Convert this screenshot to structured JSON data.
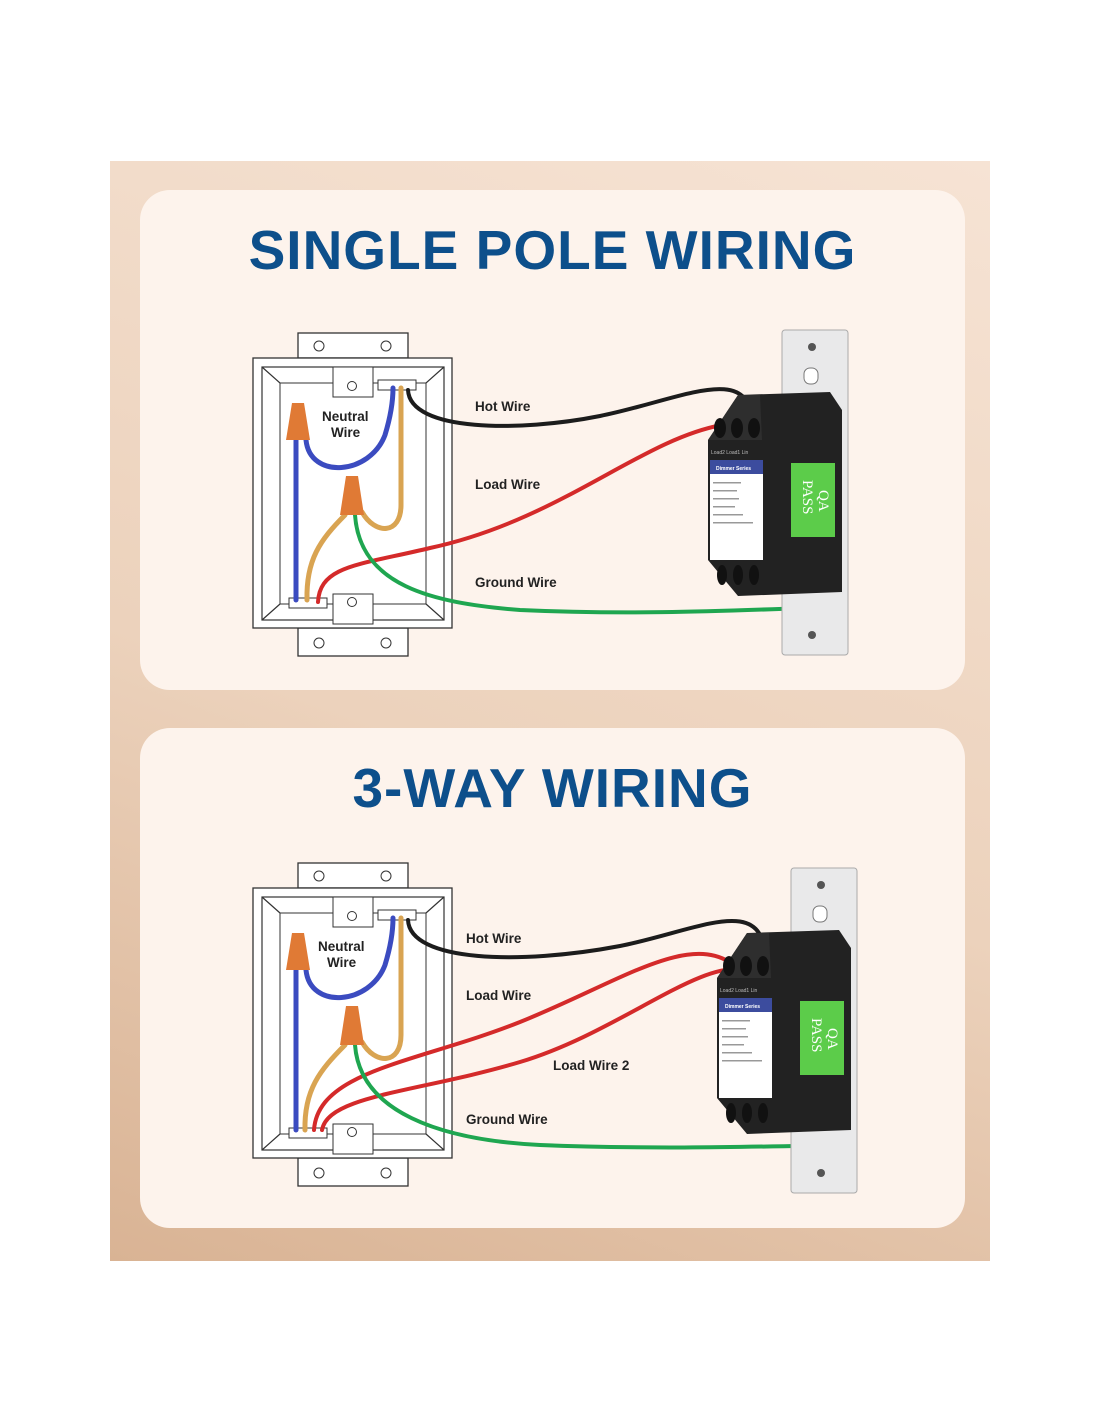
{
  "single_pole": {
    "title": "SINGLE POLE WIRING",
    "labels": {
      "neutral_1": "Neutral",
      "neutral_2": "Wire",
      "hot": "Hot Wire",
      "load": "Load Wire",
      "ground": "Ground Wire"
    }
  },
  "three_way": {
    "title": "3-WAY WIRING",
    "labels": {
      "neutral_1": "Neutral",
      "neutral_2": "Wire",
      "hot": "Hot Wire",
      "load": "Load Wire",
      "load2": "Load Wire 2",
      "ground": "Ground Wire"
    }
  },
  "switch": {
    "terminals": "Load2  Load1  Lin",
    "series": "Dimmer Series",
    "sticker_1": "QA",
    "sticker_2": "PASS"
  },
  "colors": {
    "title": "#0d4f8b",
    "hot": "#1c1c1c",
    "load": "#d42a2a",
    "ground": "#1fa650",
    "neutral": "#3b4bc0",
    "tan": "#d9a452",
    "wire_nut": "#e07a35",
    "sticker": "#5ccc4a"
  }
}
